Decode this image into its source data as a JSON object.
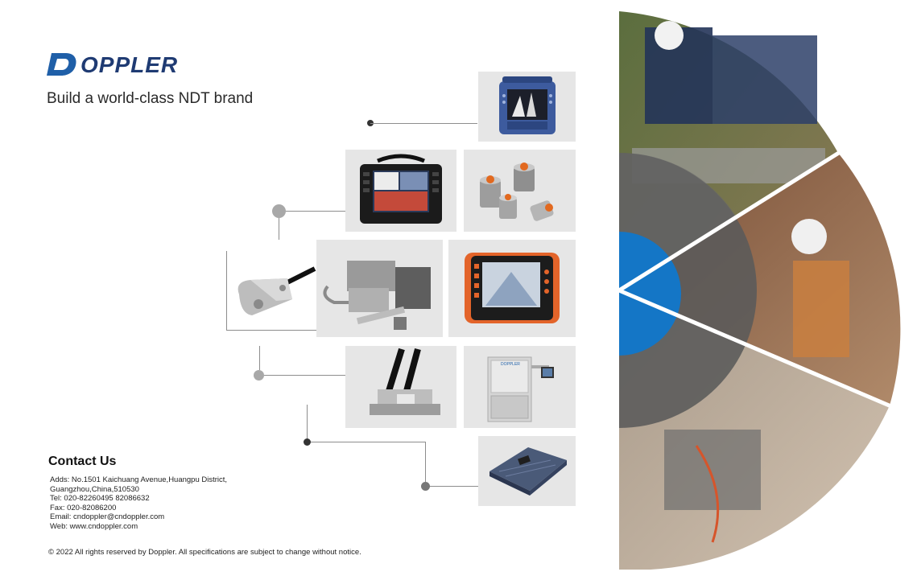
{
  "brand": {
    "logo_letter": "D",
    "logo_text": "OPPLER",
    "tagline": "Build a world-class NDT brand"
  },
  "contact": {
    "title": "Contact Us",
    "lines": [
      "Adds:  No.1501 Kaichuang Avenue,Huangpu District,",
      "Guangzhou,China,510530",
      "Tel:  020-82260495  82086632",
      "Fax: 020-82086200",
      "Email:  cndoppler@cndoppler.com",
      "Web:  www.cndoppler.com"
    ]
  },
  "footer": {
    "copyright": "© 2022 All rights reserved by Doppler. All specifications are subject to change without notice."
  },
  "colors": {
    "brand_blue": "#1f5fa8",
    "accent_blue": "#1476c6",
    "tile_bg": "#e6e6e6",
    "connector": "#8d8d8d"
  },
  "products": [
    {
      "name": "phased-array-flaw-detector-blue"
    },
    {
      "name": "flaw-detector-black"
    },
    {
      "name": "ultrasonic-transducers"
    },
    {
      "name": "wedge-probe"
    },
    {
      "name": "scanner-clamp"
    },
    {
      "name": "flaw-detector-orange"
    },
    {
      "name": "pipe-scanner"
    },
    {
      "name": "immersion-inspection-system"
    },
    {
      "name": "portable-instrument-case"
    }
  ]
}
